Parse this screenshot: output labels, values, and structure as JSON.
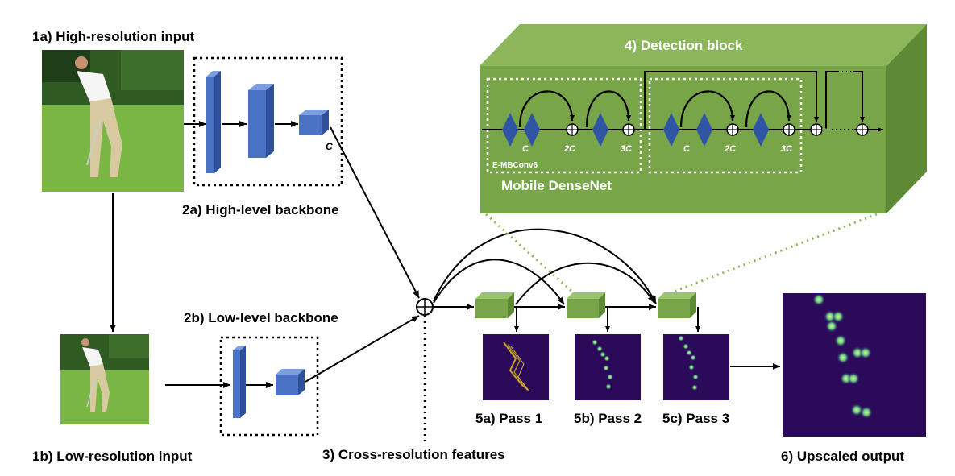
{
  "labels": {
    "high_res_input": "1a) High-resolution input",
    "low_res_input": "1b) Low-resolution input",
    "high_level_backbone": "2a) High-level backbone",
    "low_level_backbone": "2b) Low-level backbone",
    "cross_resolution": "3) Cross-resolution features",
    "detection_block": "4) Detection block",
    "mobile_densenet": "Mobile DenseNet",
    "e_mbconv": "E-MBConv6",
    "pass1": "5a) Pass 1",
    "pass2": "5b) Pass 2",
    "pass3": "5c) Pass 3",
    "upscaled_output": "6) Upscaled output"
  },
  "channel_labels": {
    "backbone_c": "C",
    "c1": "C",
    "c2": "2C",
    "c3": "3C",
    "c4": "C",
    "c5": "2C",
    "c6": "3C"
  },
  "colors": {
    "block_green": "#77a548",
    "block_green_dark": "#5f8a35",
    "backbone_blue": "#4a72c4",
    "heatmap_purple": "#2c0a5a",
    "diamond_blue": "#2f55a4"
  }
}
